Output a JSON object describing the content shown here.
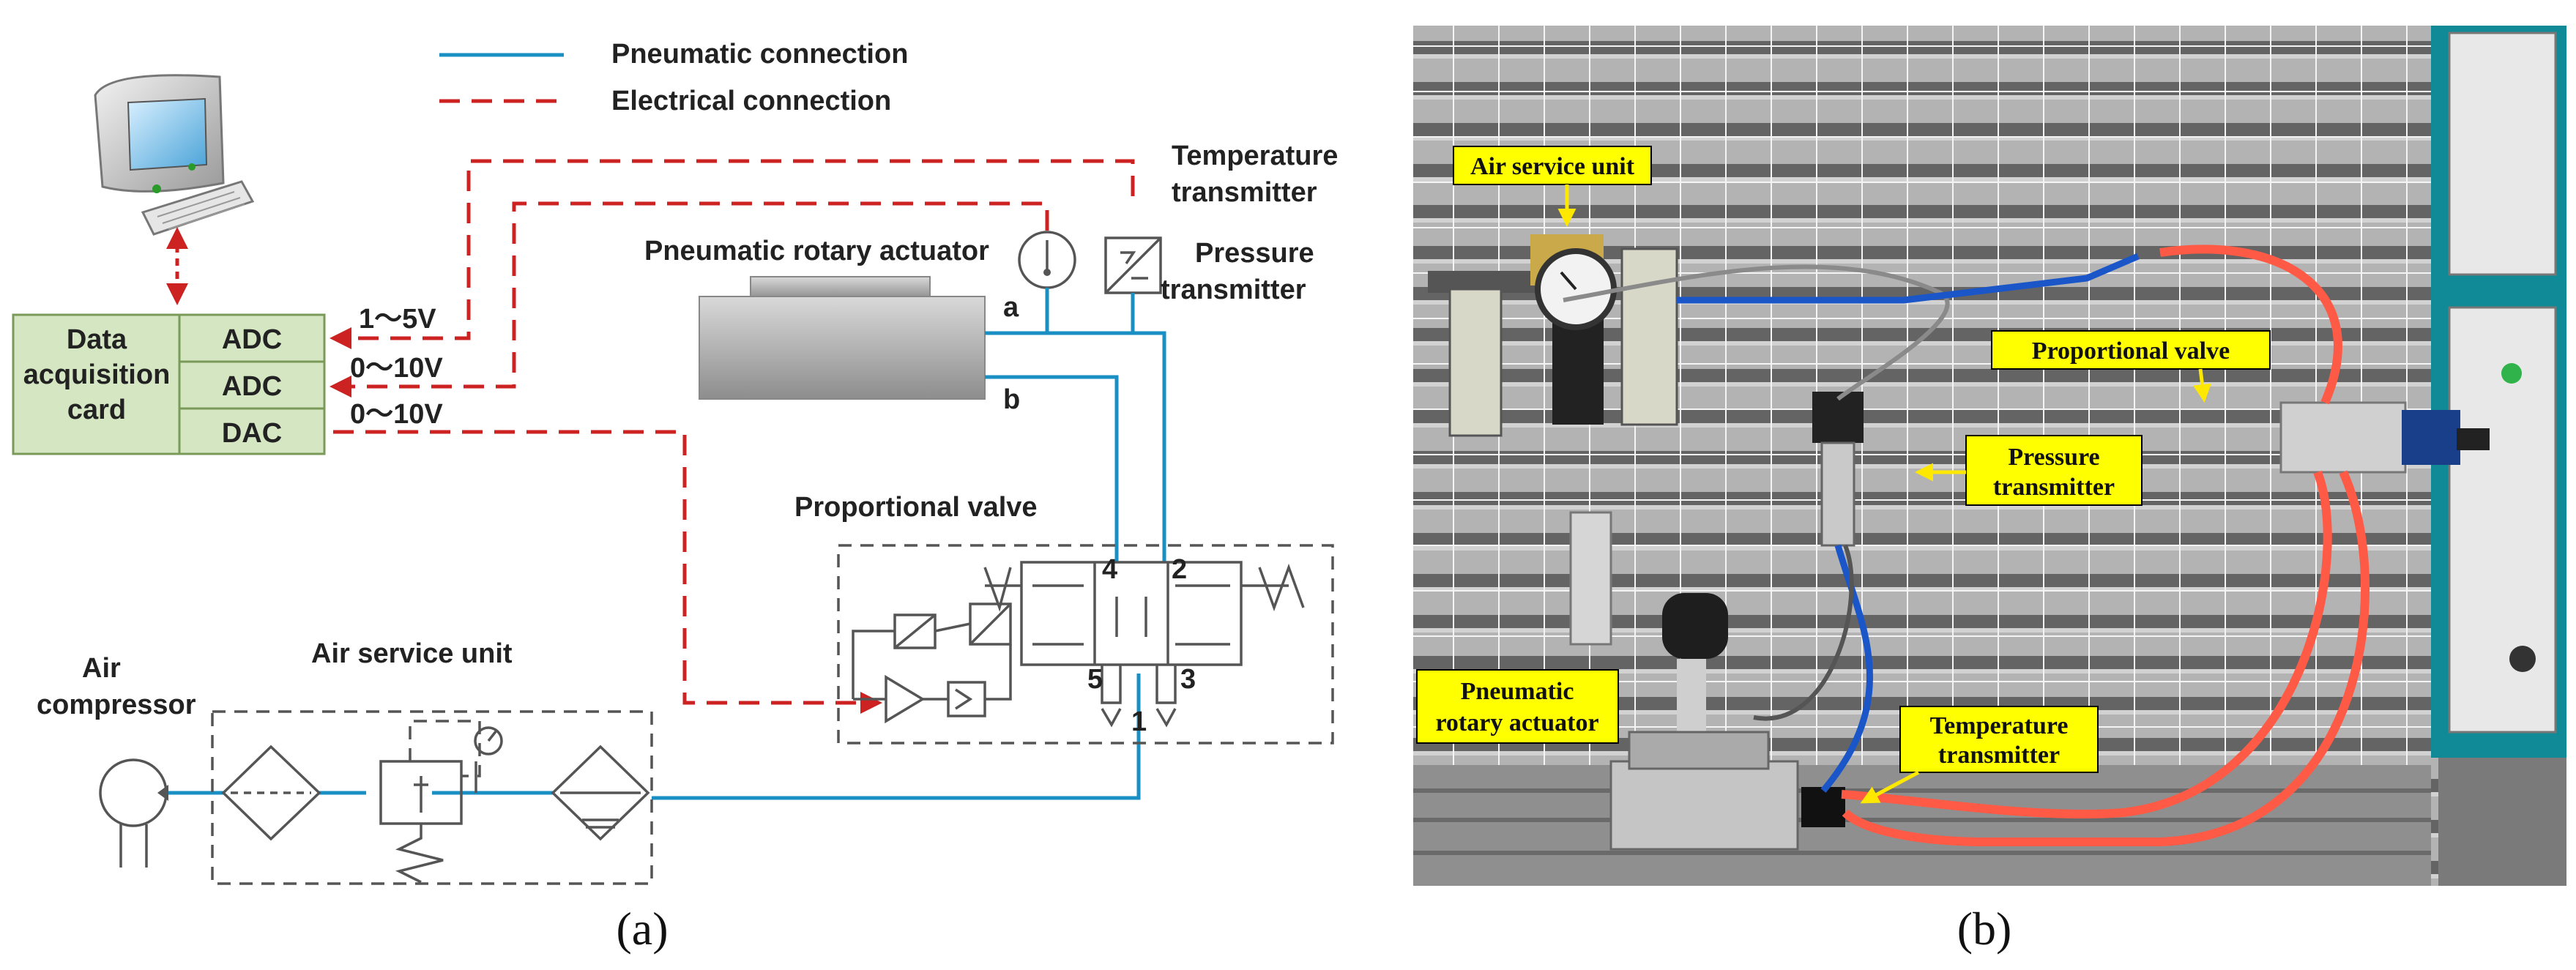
{
  "legend": {
    "pneumatic": "Pneumatic connection",
    "electrical": "Electrical connection"
  },
  "schematic": {
    "card": {
      "line1": "Data",
      "line2": "acquisition",
      "line3": "card"
    },
    "ports": {
      "adc1": "ADC",
      "adc2": "ADC",
      "dac": "DAC"
    },
    "signals": {
      "s1": "1～5V",
      "s2": "0～10V",
      "s3": "0～10V"
    },
    "temperature": {
      "line1": "Temperature",
      "line2": "transmitter"
    },
    "pressure": {
      "line1": "Pressure",
      "line2": "transmitter"
    },
    "actuator": "Pneumatic rotary actuator",
    "port_a": "a",
    "port_b": "b",
    "valve": "Proportional valve",
    "valve_ports": {
      "p4": "4",
      "p2": "2",
      "p5": "5",
      "p3": "3",
      "p1": "1"
    },
    "service_unit": "Air service unit",
    "compressor": {
      "line1": "Air",
      "line2": "compressor"
    }
  },
  "photo": {
    "labels": {
      "air_service_unit": "Air service unit",
      "proportional_valve": "Proportional valve",
      "pressure": {
        "line1": "Pressure",
        "line2": "transmitter"
      },
      "actuator": {
        "line1": "Pneumatic",
        "line2": "rotary actuator"
      },
      "temperature": {
        "line1": "Temperature",
        "line2": "transmitter"
      }
    }
  },
  "captions": {
    "a": "(a)",
    "b": "(b)"
  },
  "colors": {
    "pneumatic_line": "#1a8fc4",
    "electrical_line": "#cc2222",
    "card_fill": "#d5e6c2",
    "label_fill": "#ffff00",
    "tube_red": "#ff5a45"
  }
}
